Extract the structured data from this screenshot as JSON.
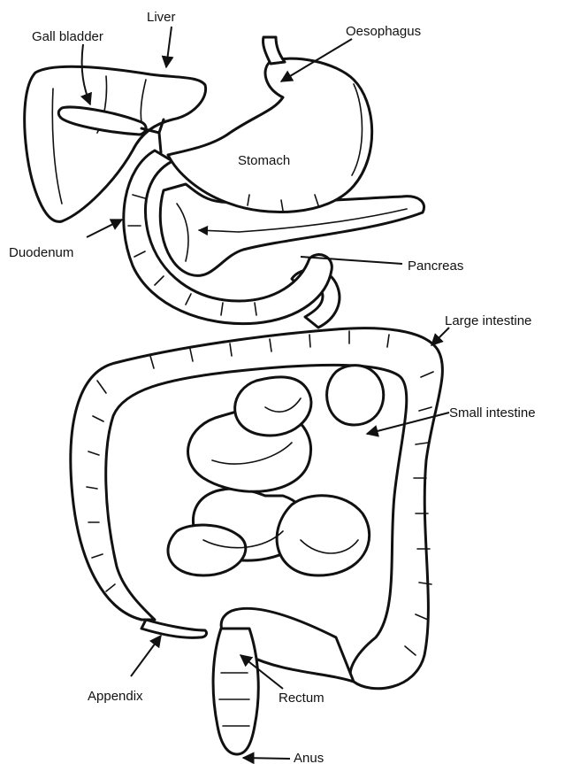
{
  "labels": {
    "gall_bladder": "Gall bladder",
    "liver": "Liver",
    "oesophagus": "Oesophagus",
    "stomach": "Stomach",
    "duodenum": "Duodenum",
    "pancreas": "Pancreas",
    "large_intestine": "Large intestine",
    "small_intestine": "Small intestine",
    "appendix": "Appendix",
    "rectum": "Rectum",
    "anus": "Anus"
  },
  "colors": {
    "ink": "#111111",
    "paper": "#ffffff"
  }
}
